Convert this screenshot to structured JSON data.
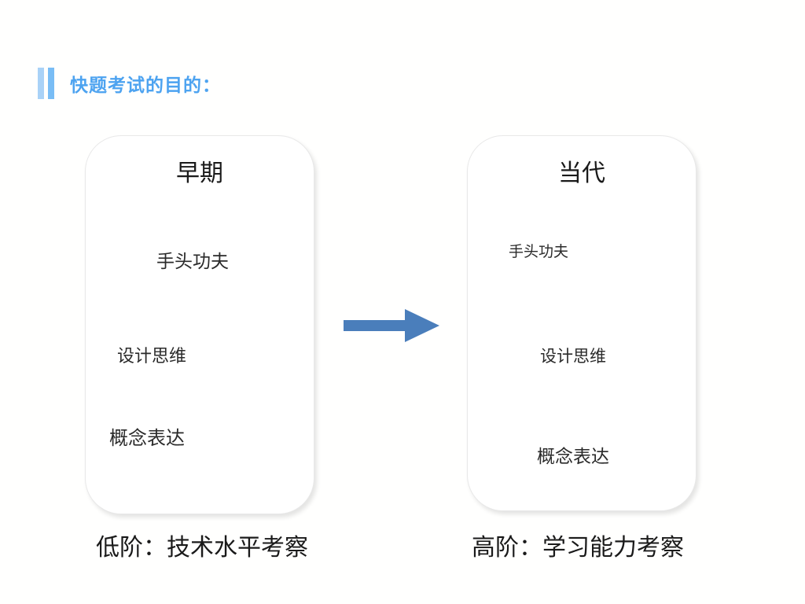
{
  "slide": {
    "title": "快题考试的目的：",
    "accent_color": "#4da3f0",
    "arrow_color": "#4a7ebb",
    "bar_light_color": "#a9d2f7",
    "bar_dark_color": "#79bdf5"
  },
  "cards": [
    {
      "heading": "早期",
      "items": [
        "手头功夫",
        "设计思维",
        "概念表达"
      ],
      "caption": "低阶：技术水平考察"
    },
    {
      "heading": "当代",
      "items": [
        "手头功夫",
        "设计思维",
        "概念表达"
      ],
      "caption": "高阶：学习能力考察"
    }
  ],
  "arrow": {
    "name": "right-arrow",
    "direction": "right"
  }
}
